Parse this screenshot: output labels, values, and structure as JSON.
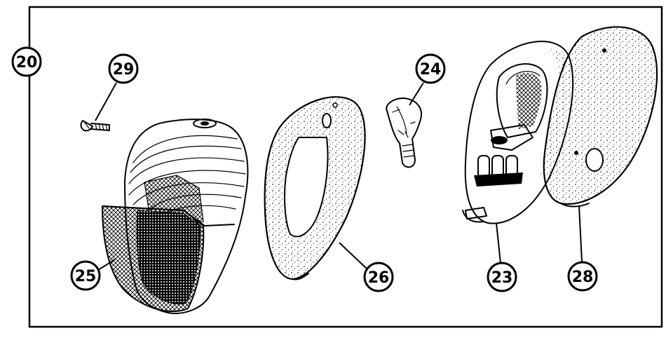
{
  "callouts": {
    "c20": "20",
    "c29": "29",
    "c24": "24",
    "c25": "25",
    "c26": "26",
    "c23": "23",
    "c28": "28"
  }
}
